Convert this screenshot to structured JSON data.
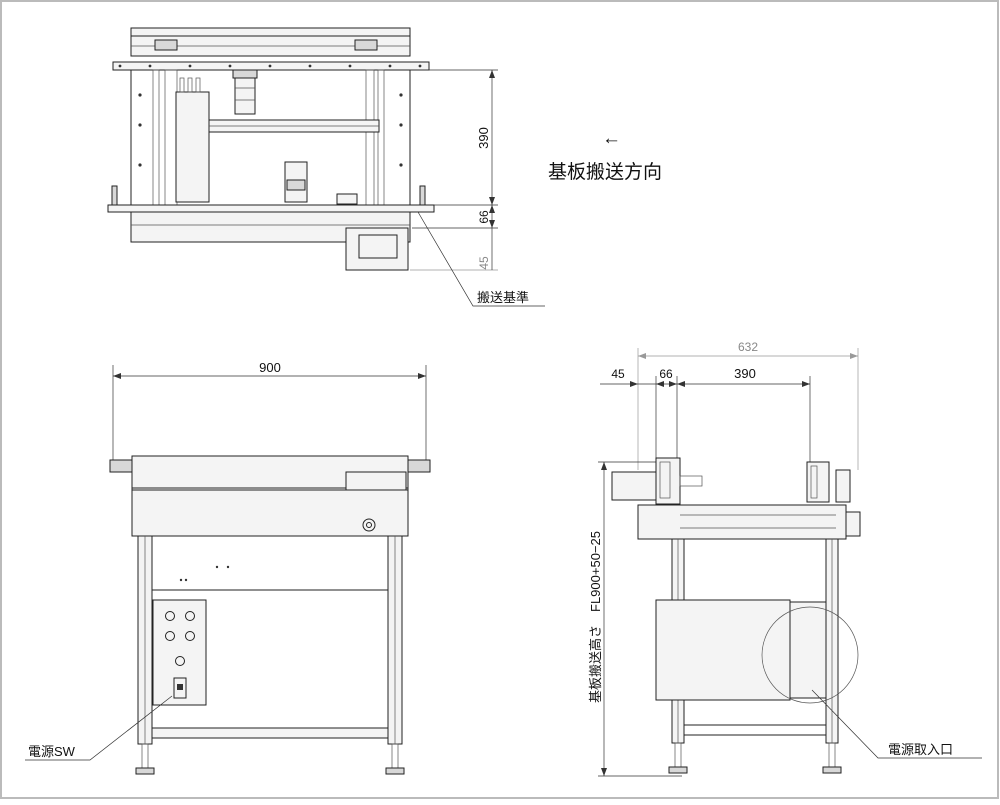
{
  "top_view": {
    "dims": {
      "height": "390",
      "below1": "66",
      "below2": "45"
    },
    "label_ref": "搬送基準"
  },
  "direction": {
    "arrow": "←",
    "label": "基板搬送方向"
  },
  "front_view": {
    "width_dim": "900",
    "label_switch": "電源SW"
  },
  "side_view": {
    "dims": {
      "overall": "632",
      "d45": "45",
      "d66": "66",
      "d390": "390"
    },
    "height_label": "基板搬送高さ　FL900+50−25",
    "label_inlet": "電源取入口"
  }
}
